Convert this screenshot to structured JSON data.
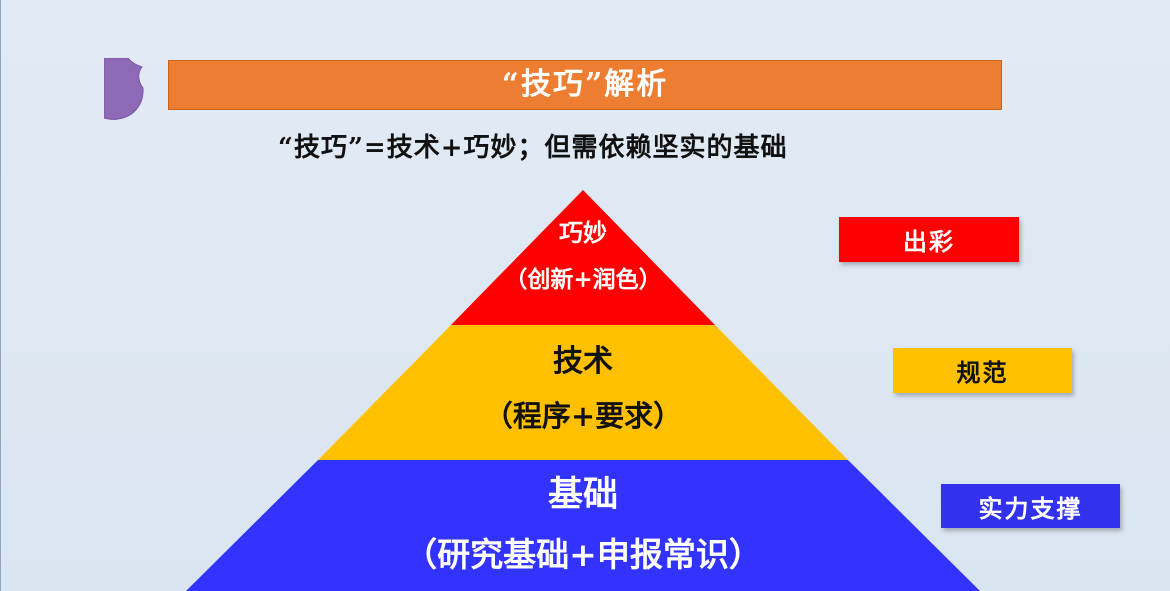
{
  "slide": {
    "title": "“技巧”解析",
    "subtitle": "“技巧”=技术+巧妙；但需依赖坚实的基础"
  },
  "pyramid": {
    "levels": [
      {
        "name": "巧妙",
        "detail": "（创新+润色）",
        "color": "#ff0000",
        "text_color": "#ffffff"
      },
      {
        "name": "技术",
        "detail": "（程序+要求）",
        "color": "#ffc000",
        "text_color": "#111111"
      },
      {
        "name": "基础",
        "detail": "（研究基础+申报常识）",
        "color": "#3333ff",
        "text_color": "#ffffff"
      }
    ]
  },
  "side_labels": {
    "top": "出彩",
    "middle": "规范",
    "bottom": "实力支撑"
  },
  "colors": {
    "background": "#dde7f1",
    "title_bar": "#ed7d31",
    "logo": "#8e6ab6",
    "red": "#ff0000",
    "yellow": "#ffc000",
    "blue": "#3333ff"
  },
  "icons": {
    "logo": "purple-badge-icon"
  }
}
